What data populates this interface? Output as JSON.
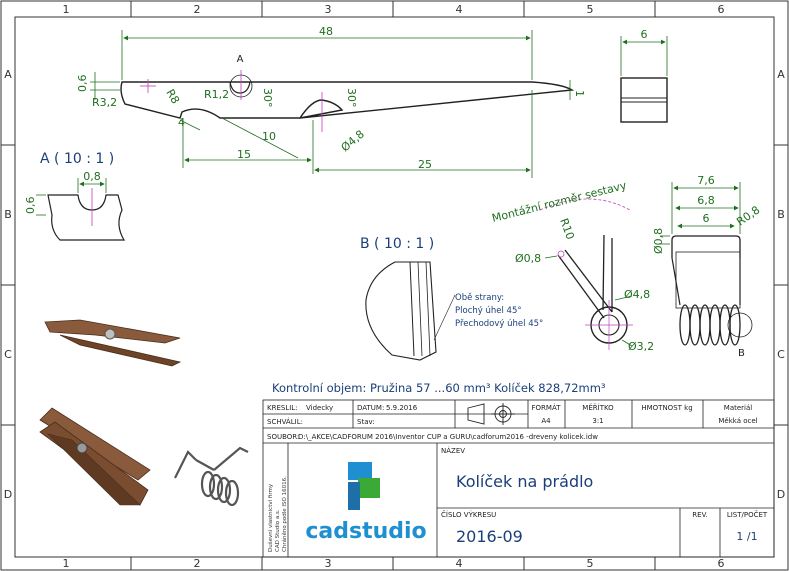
{
  "frame": {
    "columns": [
      "1",
      "2",
      "3",
      "4",
      "5",
      "6"
    ],
    "rows": [
      "A",
      "B",
      "C",
      "D"
    ]
  },
  "drawing": {
    "dims_main": {
      "length_48": "48",
      "d_0_6": "0,6",
      "r3_2": "R3,2",
      "r8": "R8",
      "r1_2": "R1,2",
      "a30_1": "30°",
      "a30_2": "30°",
      "d_4": "4",
      "d_10": "10",
      "d_15": "15",
      "d_25": "25",
      "dia4_8": "Ø4,8",
      "d_1": "1",
      "section_label": "A"
    },
    "side_view": {
      "width_6": "6"
    },
    "detail_a": {
      "title": "A ( 10 : 1 )",
      "d_0_8": "0,8",
      "d_0_6": "0,6"
    },
    "detail_b": {
      "title": "B ( 10 : 1 )",
      "note_line1": "Obě strany:",
      "note_line2": "Plochý úhel 45°",
      "note_line3": "Přechodový úhel 45°"
    },
    "spring_front": {
      "mount_label": "Montážní rozměr sestavy",
      "r10": "R10",
      "dia0_8": "Ø0,8",
      "dia4_8": "Ø4,8",
      "dia3_2": "Ø3,2"
    },
    "spring_side": {
      "d7_6": "7,6",
      "d6_8": "6,8",
      "d6": "6",
      "r0_8": "R0,8",
      "dia0_8": "Ø0,8",
      "label_b": "B"
    },
    "volume_note": "Kontrolní objem: Pružina 57 ...60 mm³   Kolíček 828,72mm³"
  },
  "title_block": {
    "kreslil_label": "KRESLIL:",
    "kreslil_value": "Videcky",
    "schvalil_label": "SCHVÁLIL:",
    "datum_label": "DATUM:",
    "datum_value": "5.9.2016",
    "stav_label": "Stav:",
    "format_label": "FORMÁT",
    "format_value": "A4",
    "meritko_label": "MĚŘÍTKO",
    "meritko_value": "3:1",
    "hmotnost_label": "HMOTNOST kg",
    "material_label": "Materiál",
    "material_value": "Měkká ocel",
    "soubor_label": "SOUBOR:",
    "soubor_value": "D:\\_AKCE\\CADFORUM 2016\\Inventor CUP a GURU\\cadforum2016 -dreveny kolicek.idw",
    "nazev_label": "NÁZEV",
    "nazev_value": "Kolíček na prádlo",
    "cislo_label": "ČÍSLO VÝKRESU",
    "cislo_value": "2016-09",
    "rev_label": "REV.",
    "list_label": "LIST/POČET",
    "list_value": "1 /1",
    "owner_line1": "Duševní vlastnictví firmy",
    "owner_line2": "CAD Studio a.s.",
    "owner_line3": "Chráněno podle ISO 16016.",
    "logo_text": "cadstudio"
  },
  "colors": {
    "dimension": "#1f6f1f",
    "label": "#1a3f7a",
    "magenta": "#c040c0",
    "wood": "#8a5a3c",
    "logo_blue": "#1e8fd0",
    "logo_green": "#3aa935"
  }
}
